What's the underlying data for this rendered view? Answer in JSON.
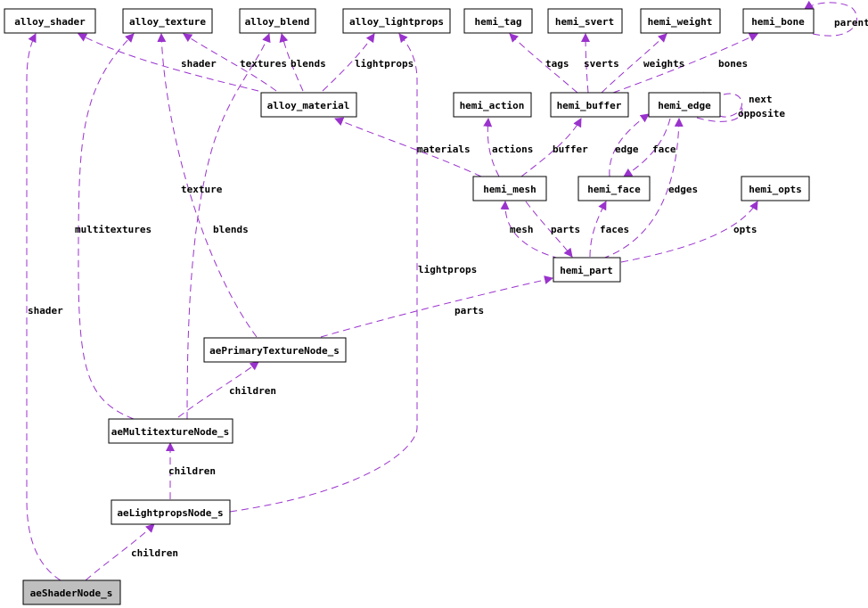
{
  "colors": {
    "edge": "#9a32cd",
    "node_border": "#000000",
    "highlight_fill": "#bfbfbf"
  },
  "nodes": {
    "alloy_shader": "alloy_shader",
    "alloy_texture": "alloy_texture",
    "alloy_blend": "alloy_blend",
    "alloy_lightprops": "alloy_lightprops",
    "hemi_tag": "hemi_tag",
    "hemi_svert": "hemi_svert",
    "hemi_weight": "hemi_weight",
    "hemi_bone": "hemi_bone",
    "alloy_material": "alloy_material",
    "hemi_action": "hemi_action",
    "hemi_buffer": "hemi_buffer",
    "hemi_edge": "hemi_edge",
    "hemi_mesh": "hemi_mesh",
    "hemi_face": "hemi_face",
    "hemi_opts": "hemi_opts",
    "hemi_part": "hemi_part",
    "aePrimaryTextureNode_s": "aePrimaryTextureNode_s",
    "aeMultitextureNode_s": "aeMultitextureNode_s",
    "aeLightpropsNode_s": "aeLightpropsNode_s",
    "aeShaderNode_s": "aeShaderNode_s"
  },
  "edge_labels": {
    "parent": "parent",
    "shader_top": "shader",
    "textures": "textures",
    "blends": "blends",
    "lightprops_top": "lightprops",
    "tags": "tags",
    "sverts": "sverts",
    "weights": "weights",
    "bones": "bones",
    "next": "next",
    "opposite": "opposite",
    "materials": "materials",
    "actions": "actions",
    "buffer": "buffer",
    "edge": "edge",
    "face": "face",
    "texture": "texture",
    "edges": "edges",
    "multitextures": "multitextures",
    "blends_mid": "blends",
    "mesh": "mesh",
    "parts_top": "parts",
    "faces": "faces",
    "opts": "opts",
    "lightprops_mid": "lightprops",
    "shader_left": "shader",
    "parts_mid": "parts",
    "children_primary": "children",
    "children_multi": "children",
    "children_light": "children"
  }
}
